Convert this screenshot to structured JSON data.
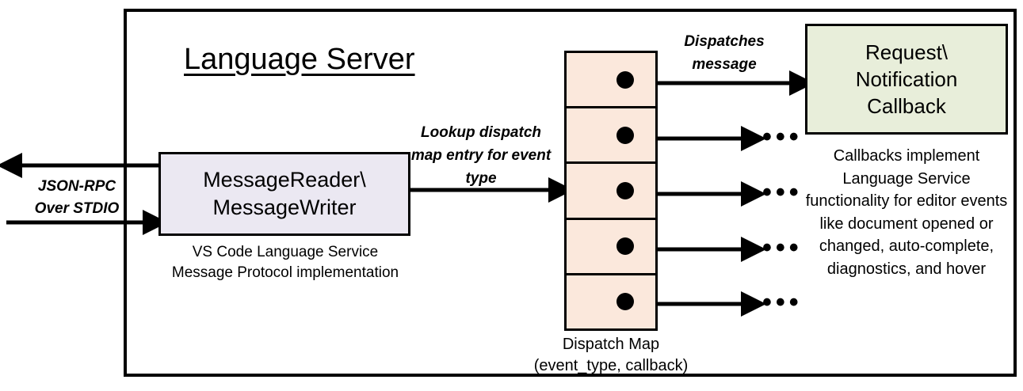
{
  "diagram": {
    "title": "Language Server",
    "outer_container_name": "language-server-boundary"
  },
  "reader": {
    "line1": "MessageReader\\",
    "line2": "MessageWriter",
    "caption_line1": "VS Code Language Service",
    "caption_line2": "Message Protocol implementation",
    "fill_color": "#ebe8f2"
  },
  "dispatch_map": {
    "caption_line1": "Dispatch Map",
    "caption_line2": "(event_type, callback)",
    "fill_color": "#fbe8dc",
    "rows": [
      {
        "index": 1
      },
      {
        "index": 2
      },
      {
        "index": 3
      },
      {
        "index": 4
      },
      {
        "index": 5
      }
    ]
  },
  "callback": {
    "line1": "Request\\",
    "line2": "Notification",
    "line3": "Callback",
    "fill_color": "#e8eeda",
    "caption": "Callbacks implement Language Service functionality for editor events like document opened or changed, auto-complete, diagnostics, and hover"
  },
  "annotations": {
    "lookup": "Lookup dispatch map entry for event type",
    "dispatches": "Dispatches message",
    "transport_line1": "JSON-RPC",
    "transport_line2": "Over STDIO"
  },
  "ellipses": {
    "glyph": "•••",
    "items": [
      {
        "row": 2
      },
      {
        "row": 3
      },
      {
        "row": 4
      },
      {
        "row": 5
      }
    ]
  },
  "colors": {
    "stroke": "#000000",
    "background": "#ffffff"
  }
}
